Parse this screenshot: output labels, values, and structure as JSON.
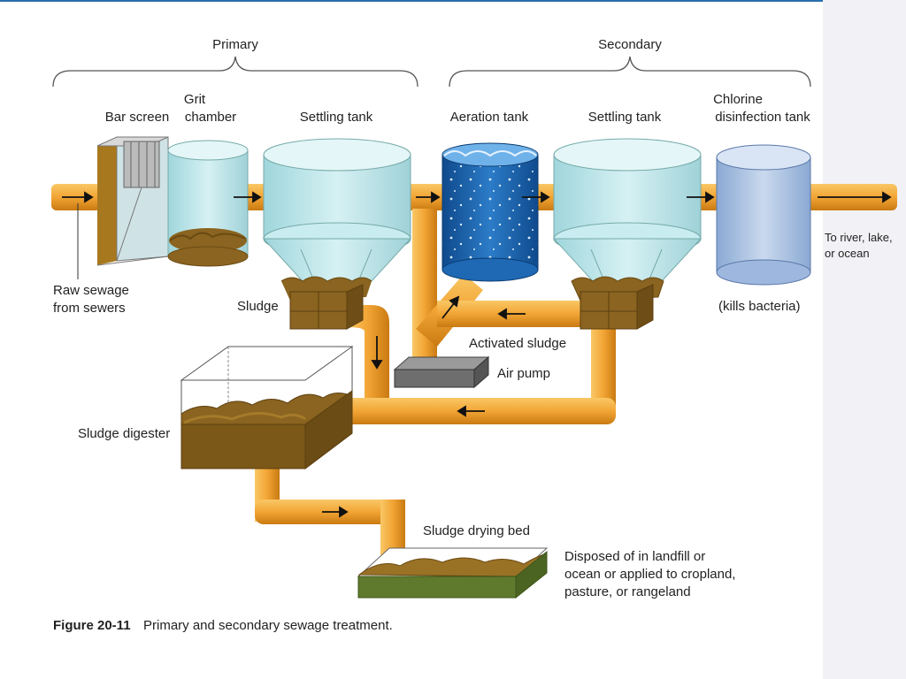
{
  "groups": {
    "primary": "Primary",
    "secondary": "Secondary"
  },
  "labels": {
    "bar_screen": "Bar screen",
    "grit_line1": "Grit",
    "grit_line2": "chamber",
    "settling_tank_1": "Settling tank",
    "aeration_tank": "Aeration tank",
    "settling_tank_2": "Settling tank",
    "chlorine_line1": "Chlorine",
    "chlorine_line2": "disinfection tank",
    "to_river_line1": "To river, lake,",
    "to_river_line2": "or ocean",
    "raw_sewage_line1": "Raw sewage",
    "raw_sewage_line2": "from sewers",
    "sludge": "Sludge",
    "kills_bacteria": "(kills bacteria)",
    "activated_sludge": "Activated sludge",
    "air_pump": "Air pump",
    "sludge_digester": "Sludge digester",
    "sludge_drying_bed": "Sludge drying bed",
    "disposed_line1": "Disposed of in landfill or",
    "disposed_line2": "ocean or applied to cropland,",
    "disposed_line3": "pasture, or rangeland"
  },
  "caption": {
    "number": "Figure 20-11",
    "text": "Primary and secondary sewage treatment."
  },
  "colors": {
    "pipe": "#f2a534",
    "pipe_dark": "#d7861a",
    "water": "#bfe6ea",
    "aeration": "#1a5ea8",
    "chlorine": "#a9c1e0",
    "sludge": "#8a6420",
    "gravel": "#5f7a2c",
    "brace": "#555555"
  }
}
